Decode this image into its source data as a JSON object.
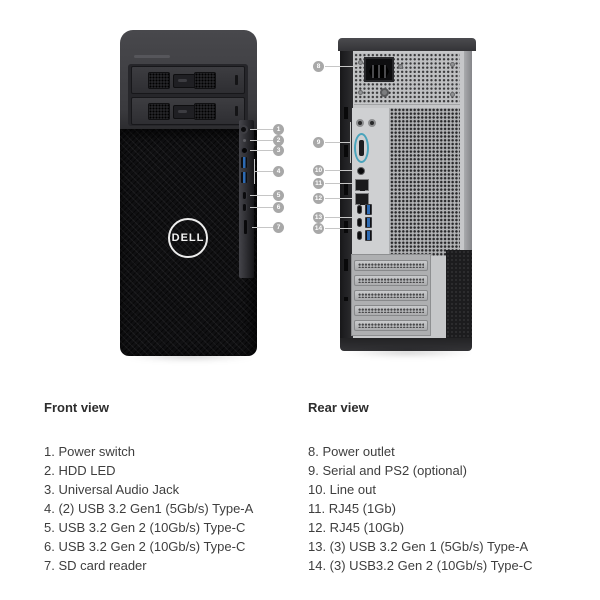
{
  "front_view": {
    "heading": "Front view",
    "items": [
      {
        "text": "1. Power switch"
      },
      {
        "text": "2. HDD LED"
      },
      {
        "text": "3. Universal Audio Jack"
      },
      {
        "text": "4. (2) USB 3.2 Gen1 (5Gb/s) Type-A"
      },
      {
        "text": "5. USB 3.2 Gen 2 (10Gb/s) Type-C"
      },
      {
        "text": "6. USB 3.2 Gen 2 (10Gb/s) Type-C"
      },
      {
        "text": "7. SD card reader"
      }
    ],
    "callouts": [
      "1",
      "2",
      "3",
      "4",
      "5",
      "6",
      "7"
    ]
  },
  "rear_view": {
    "heading": "Rear view",
    "items": [
      {
        "text": "8. Power outlet"
      },
      {
        "text": "9. Serial and PS2 (optional)"
      },
      {
        "text": "10. Line out"
      },
      {
        "text": "11. RJ45 (1Gb)"
      },
      {
        "text": "12. RJ45 (10Gb)"
      },
      {
        "text": "13. (3) USB 3.2 Gen 1 (5Gb/s) Type-A"
      },
      {
        "text": "14. (3) USB3.2 Gen 2 (10Gb/s) Type-C"
      }
    ],
    "callouts": [
      "8",
      "9",
      "10",
      "11",
      "12",
      "13",
      "14"
    ]
  },
  "branding": {
    "logo_text": "DELL"
  },
  "colors": {
    "background": "#ffffff",
    "callout_circle": "#a8a8a8",
    "callout_line": "#c6c6c6",
    "front_body": "#101012",
    "rear_panel": "#c6c7c9",
    "text": "#3e3e3e",
    "usb_blue": "#2d6ab3",
    "serial_teal": "#4aa4bc"
  }
}
